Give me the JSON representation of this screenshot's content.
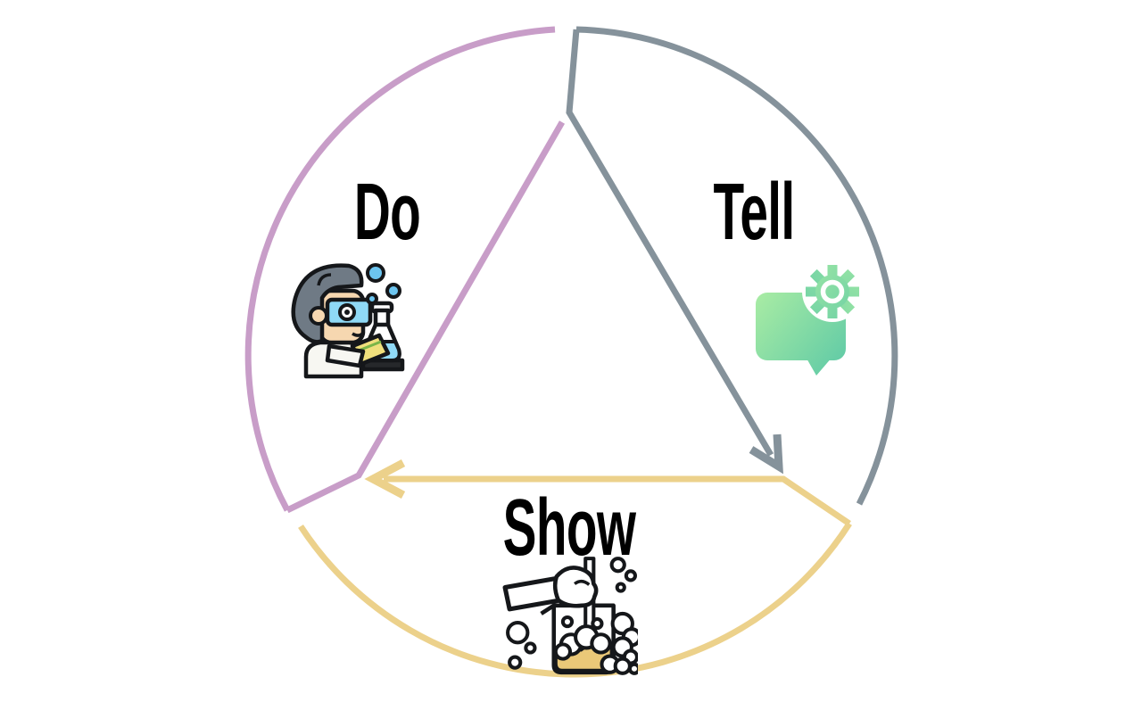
{
  "diagram": {
    "type": "cycle-diagram",
    "background": "#ffffff",
    "steps": [
      {
        "id": "do",
        "label": "Do",
        "icon": "scientist-flask-icon"
      },
      {
        "id": "tell",
        "label": "Tell",
        "icon": "speech-bubble-gear-icon"
      },
      {
        "id": "show",
        "label": "Show",
        "icon": "pouring-beaker-icon"
      }
    ],
    "flow": [
      "Do",
      "Tell",
      "Show",
      "Do"
    ],
    "colors": {
      "do_arc": "#C89DC8",
      "tell_arc": "#85929B",
      "show_arc": "#ECD18B",
      "label_text": "#000000",
      "tell_grad_start": "#ABEDA4",
      "tell_grad_end": "#57C6A6",
      "show_liquid": "#EAC878",
      "do_hair": "#6F7A85",
      "do_skin": "#F6D7B0",
      "do_blue": "#8FD9F6",
      "do_bubble_blue": "#6CC5F0",
      "do_book": "#F0DF7C",
      "do_coat": "#F7F7F2"
    }
  }
}
